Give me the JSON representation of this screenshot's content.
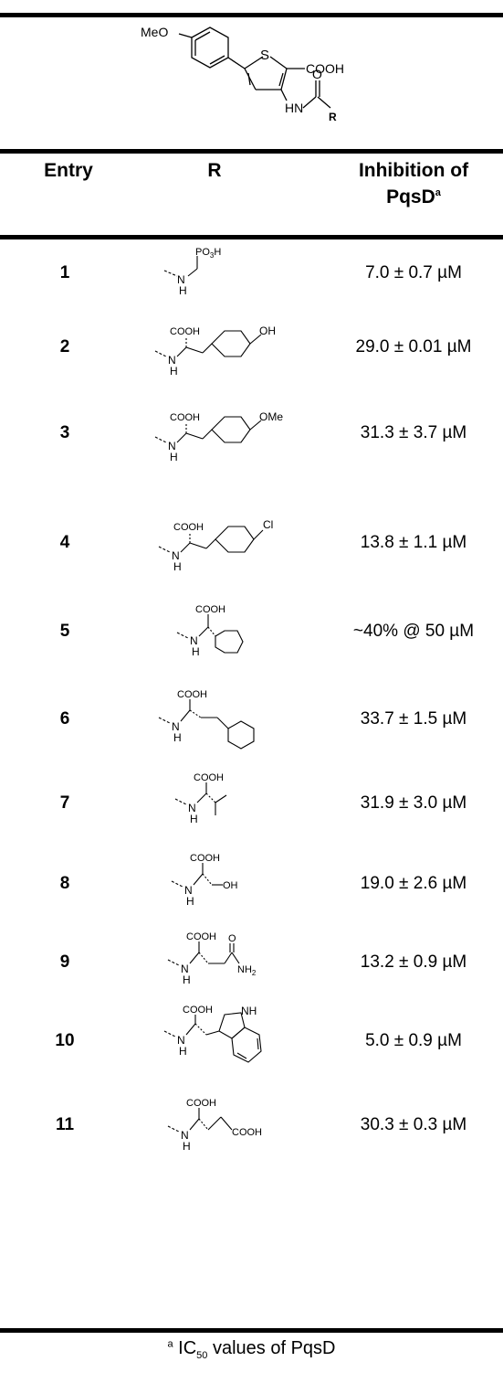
{
  "scaffold": {
    "label_meo": "MeO",
    "label_s": "S",
    "label_cooh": "COOH",
    "label_hn": "HN",
    "label_o": "O",
    "label_r": "R"
  },
  "header": {
    "col_entry": "Entry",
    "col_r": "R",
    "col_inhibition": "Inhibition of",
    "col_inhibition_target": "PqsD",
    "col_inhibition_note": "a"
  },
  "rows": [
    {
      "entry": "1",
      "value": "7.0 ± 0.7 µM"
    },
    {
      "entry": "2",
      "value": "29.0 ± 0.01 µM"
    },
    {
      "entry": "3",
      "value": "31.3 ± 3.7 µM"
    },
    {
      "entry": "4",
      "value": "13.8 ± 1.1 µM"
    },
    {
      "entry": "5",
      "value": "~40% @ 50 µM"
    },
    {
      "entry": "6",
      "value": "33.7 ± 1.5 µM"
    },
    {
      "entry": "7",
      "value": "31.9 ± 3.0 µM"
    },
    {
      "entry": "8",
      "value": "19.0 ± 2.6 µM"
    },
    {
      "entry": "9",
      "value": "13.2 ± 0.9 µM"
    },
    {
      "entry": "10",
      "value": "5.0 ± 0.9 µM"
    },
    {
      "entry": "11",
      "value": "30.3 ± 0.3 µM"
    }
  ],
  "structure_labels": {
    "nh": "N",
    "h": "H",
    "po3h_a": "PO",
    "po3h_sub": "3",
    "po3h_b": "H",
    "cooh": "COOH",
    "oh": "OH",
    "ome": "OMe",
    "cl": "Cl",
    "o": "O",
    "nh2_a": "NH",
    "nh2_sub": "2",
    "nh_indole": "NH"
  },
  "footnote": {
    "mark": "a",
    "ic_a": "IC",
    "ic_sub": "50",
    "rest": " values of PqsD"
  }
}
